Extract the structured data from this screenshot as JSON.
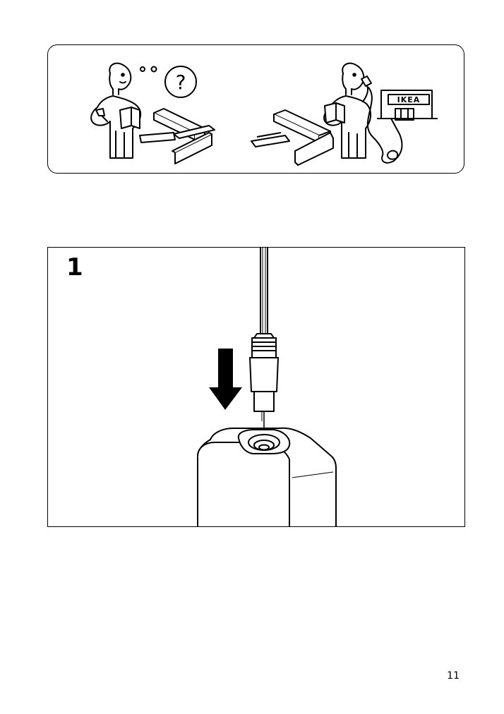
{
  "help_panel": {
    "store_sign": "IKEA",
    "question_mark": "?"
  },
  "step": {
    "number": "1"
  },
  "page": {
    "number": "11"
  }
}
